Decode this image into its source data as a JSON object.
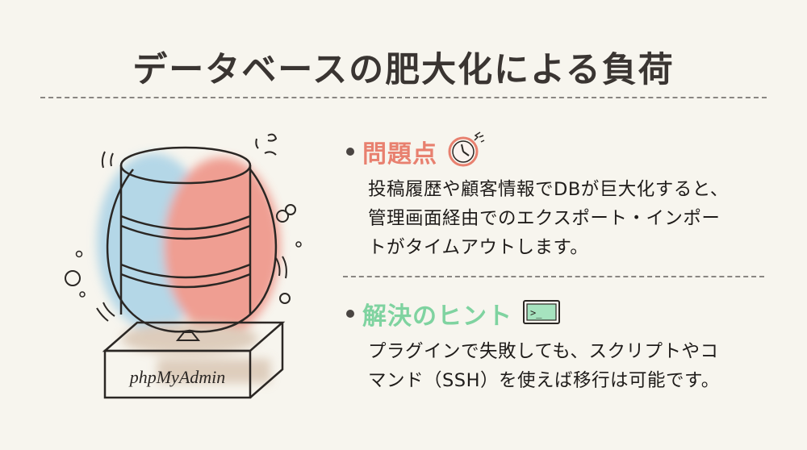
{
  "title": "データベースの肥大化による負荷",
  "illustration": {
    "label": "phpMyAdmin",
    "icon": "bloated-database-icon",
    "colors": {
      "blue": "#a9d2e6",
      "red": "#ee8f82",
      "base": "#d9c6b4",
      "stroke": "#2b2724"
    }
  },
  "sections": [
    {
      "heading": "問題点",
      "icon": "broken-clock-icon",
      "color": "#e8806f",
      "lines": [
        "投稿履歴や顧客情報でDBが巨大化すると、",
        "管理画面経由でのエクスポート・インポー",
        "トがタイムアウトします。"
      ]
    },
    {
      "heading": "解決のヒント",
      "icon": "terminal-icon",
      "color": "#7fd3a0",
      "terminal_prompt": ">_",
      "lines": [
        "プラグインで失敗しても、スクリプトやコ",
        "マンド（SSH）を使えば移行は可能です。"
      ]
    }
  ]
}
